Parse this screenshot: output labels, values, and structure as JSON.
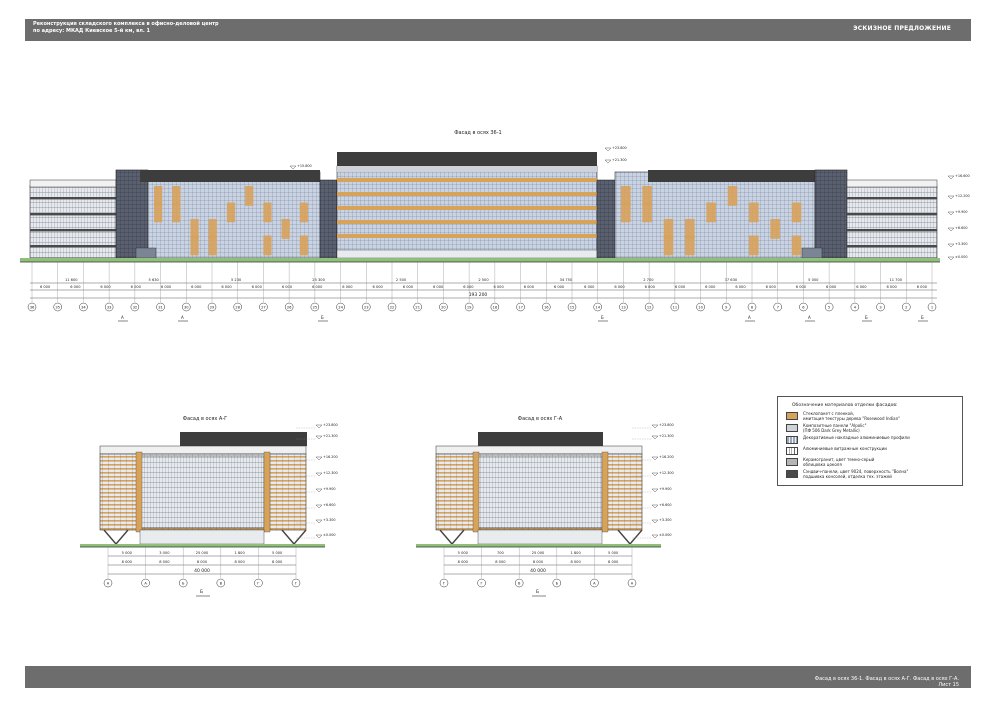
{
  "sheet": {
    "title_line1": "Реконструкция складского комплекса в офисно-деловой центр",
    "title_line2": "по адресу: МКАД Киевское 5-й км, вл. 1",
    "stage": "ЭСКИЗНОЕ ПРЕДЛОЖЕНИЕ",
    "footer_title": "Фасад в осях 36-1. Фасад в осях А-Г. Фасад в осях Г-А.",
    "sheet_label": "Лист 15"
  },
  "views": {
    "main": {
      "title": "Фасад в осях 36-1",
      "total_dim": "193 200",
      "levels": [
        "+23.800",
        "+21.300",
        "+15.800",
        "+16.600",
        "+12.200",
        "+9.900",
        "+6.600",
        "+3.300",
        "±0.000"
      ],
      "segment_dims": [
        "11 600",
        "5 630",
        "5 230",
        "25 300",
        "2 500",
        "2 500",
        "34 750",
        "2 700",
        "37 630",
        "5 000",
        "11 700"
      ],
      "span_dims": [
        "6 000",
        "6 000",
        "6 000",
        "6 000",
        "6 000",
        "6 000",
        "6 000",
        "6 000",
        "6 000",
        "6 000",
        "6 000",
        "6 000",
        "6 000",
        "6 000",
        "6 000",
        "6 000",
        "6 000",
        "6 000",
        "6 000",
        "6 000",
        "6 000",
        "6 000",
        "6 000",
        "6 000",
        "6 000",
        "6 000",
        "6 000",
        "6 000",
        "6 000",
        "6 000"
      ],
      "axes": [
        "36",
        "35",
        "34",
        "33",
        "32",
        "31",
        "30",
        "29",
        "28",
        "27",
        "26",
        "25",
        "24",
        "23",
        "22",
        "21",
        "20",
        "19",
        "18",
        "17",
        "16",
        "15",
        "14",
        "13",
        "12",
        "11",
        "10",
        "9",
        "8",
        "7",
        "6",
        "5",
        "4",
        "3",
        "2",
        "1"
      ],
      "section_marks": [
        "А",
        "А",
        "Б",
        "Б",
        "А",
        "А",
        "Б",
        "Б"
      ]
    },
    "side1": {
      "title": "Фасад в осях А-Г",
      "total_dim": "40 000",
      "levels": [
        "+23.800",
        "+21.300",
        "+16.200",
        "+12.300",
        "+9.900",
        "+6.600",
        "+3.300",
        "±0.000"
      ],
      "span_dims": [
        "8 000",
        "8 000",
        "8 000",
        "8 000",
        "8 000"
      ],
      "sub_dims": [
        "5 000",
        "3 000",
        "25 000",
        "1 800",
        "5 000"
      ],
      "axes": [
        "А",
        "А",
        "Б",
        "В",
        "Г",
        "Г"
      ],
      "section_mark": "Б"
    },
    "side2": {
      "title": "Фасад в осях Г-А",
      "total_dim": "40 000",
      "levels": [
        "+23.800",
        "+21.300",
        "+16.200",
        "+12.300",
        "+9.900",
        "+6.600",
        "+3.300",
        "±0.000"
      ],
      "span_dims": [
        "8 000",
        "8 000",
        "8 000",
        "8 000",
        "8 000"
      ],
      "sub_dims": [
        "5 000",
        "700",
        "25 000",
        "1 800",
        "5 000"
      ],
      "axes": [
        "Г",
        "Г",
        "В",
        "Б",
        "А",
        "А"
      ],
      "section_mark": "Б"
    }
  },
  "legend": {
    "title": "Обозначение материалов отделки фасадов:",
    "items": [
      {
        "text1": "Стеклопакет с пленкой,",
        "text2": "имитация текстуры дерева \"Rosewood Indian\"",
        "color": "#d7a25a"
      },
      {
        "text1": "Композитные панели \"Alpolic\"",
        "text2": "(ПФ 506 Dark Grey Metallic)",
        "color": "#cfd2d6"
      },
      {
        "text1": "Декоративные накладные алюминиевые профили",
        "text2": "",
        "color": "#9aa7b6"
      },
      {
        "text1": "Алюминиевые витражные конструкции",
        "text2": "",
        "color": "#ffffff"
      },
      {
        "text1": "Керамогранит, цвет темно-серый",
        "text2": "облицовка цоколя",
        "color": "#b5b5b5"
      },
      {
        "text1": "Сэндвич-панели, цвет 9024, поверхность \"Волна\"",
        "text2": "подшивка консолей, отделка тех. этажей",
        "color": "#4a4a4a"
      }
    ]
  },
  "colors": {
    "wood": "#d7a25a",
    "glass_blue": "#c8d3e6",
    "glass_grid": "#7b8596",
    "dark": "#3d3d3d",
    "ground_green": "#8fc07a",
    "header_bg": "#6d6d6d"
  }
}
